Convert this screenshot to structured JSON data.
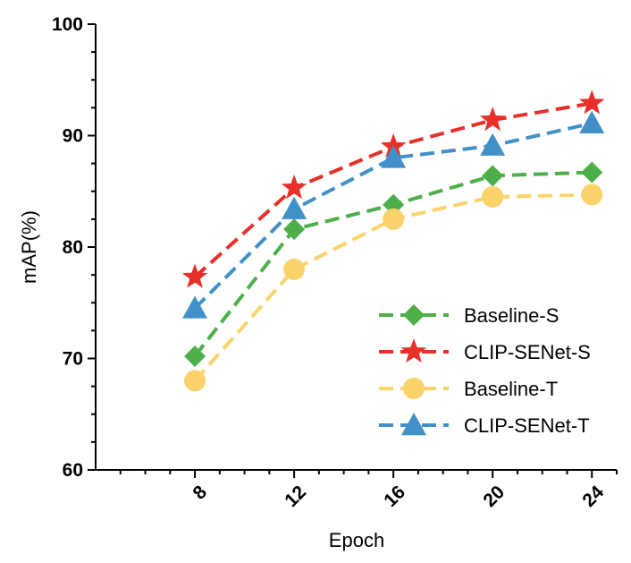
{
  "chart_data": {
    "type": "line",
    "title": "",
    "xlabel": "Epoch",
    "ylabel": "mAP(%)",
    "x": [
      8,
      12,
      16,
      20,
      24
    ],
    "xlim": [
      4,
      25
    ],
    "ylim": [
      60,
      100
    ],
    "yticks": [
      60,
      70,
      80,
      90,
      100
    ],
    "grid": false,
    "legend_position": "bottom-right",
    "series": [
      {
        "name": "Baseline-S",
        "values": [
          70.2,
          81.6,
          83.8,
          86.4,
          86.7
        ],
        "color": "#4daf4a",
        "marker": "diamond"
      },
      {
        "name": "CLIP-SENet-S",
        "values": [
          77.3,
          85.3,
          89.0,
          91.4,
          92.9
        ],
        "color": "#e8302a",
        "marker": "star"
      },
      {
        "name": "Baseline-T",
        "values": [
          68.0,
          78.0,
          82.5,
          84.5,
          84.7
        ],
        "color": "#fcd36a",
        "marker": "circle"
      },
      {
        "name": "CLIP-SENet-T",
        "values": [
          74.5,
          83.4,
          88.0,
          89.1,
          91.1
        ],
        "color": "#4190c8",
        "marker": "triangle"
      }
    ]
  }
}
